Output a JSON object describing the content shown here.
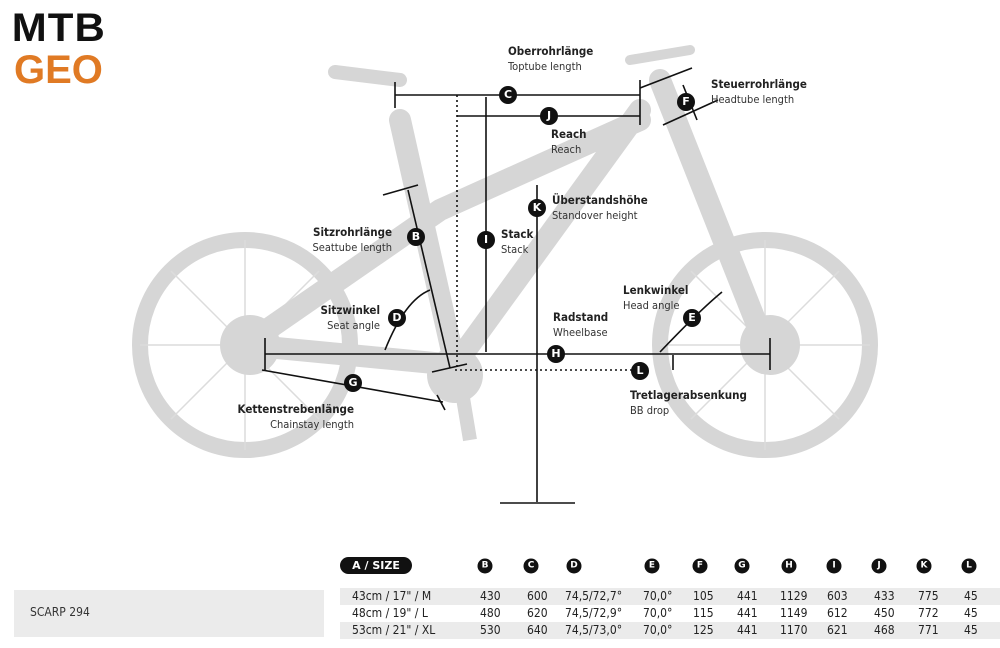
{
  "logo": {
    "line1": "MTB",
    "line2": "GEO",
    "accent": "#e07a24"
  },
  "labels": {
    "toptube": {
      "de": "Oberrohrlänge",
      "en": "Toptube length"
    },
    "reach": {
      "de": "Reach",
      "en": "Reach"
    },
    "headtube": {
      "de": "Steuerrohrlänge",
      "en": "Headtube length"
    },
    "standover": {
      "de": "Überstandshöhe",
      "en": "Standover height"
    },
    "stack": {
      "de": "Stack",
      "en": "Stack"
    },
    "seattube": {
      "de": "Sitzrohrlänge",
      "en": "Seattube length"
    },
    "seatangle": {
      "de": "Sitzwinkel",
      "en": "Seat angle"
    },
    "wheelbase": {
      "de": "Radstand",
      "en": "Wheelbase"
    },
    "headangle": {
      "de": "Lenkwinkel",
      "en": "Head angle"
    },
    "bbdrop": {
      "de": "Tretlagerabsenkung",
      "en": "BB drop"
    },
    "chainstay": {
      "de": "Kettenstrebenlänge",
      "en": "Chainstay length"
    }
  },
  "markers": {
    "B": "B",
    "C": "C",
    "D": "D",
    "E": "E",
    "F": "F",
    "G": "G",
    "H": "H",
    "I": "I",
    "J": "J",
    "K": "K",
    "L": "L"
  },
  "table": {
    "size_header": "A / SIZE",
    "columns": [
      "B",
      "C",
      "D",
      "E",
      "F",
      "G",
      "H",
      "I",
      "J",
      "K",
      "L"
    ],
    "model": "SCARP 294",
    "rows": [
      [
        "43cm / 17\"  / M",
        "430",
        "600",
        "74,5/72,7°",
        "70,0°",
        "105",
        "441",
        "1129",
        "603",
        "433",
        "775",
        "45"
      ],
      [
        "48cm / 19\"  / L",
        "480",
        "620",
        "74,5/72,9°",
        "70,0°",
        "115",
        "441",
        "1149",
        "612",
        "450",
        "772",
        "45"
      ],
      [
        "53cm / 21\"  / XL",
        "530",
        "640",
        "74,5/73,0°",
        "70,0°",
        "125",
        "441",
        "1170",
        "621",
        "468",
        "771",
        "45"
      ]
    ]
  }
}
